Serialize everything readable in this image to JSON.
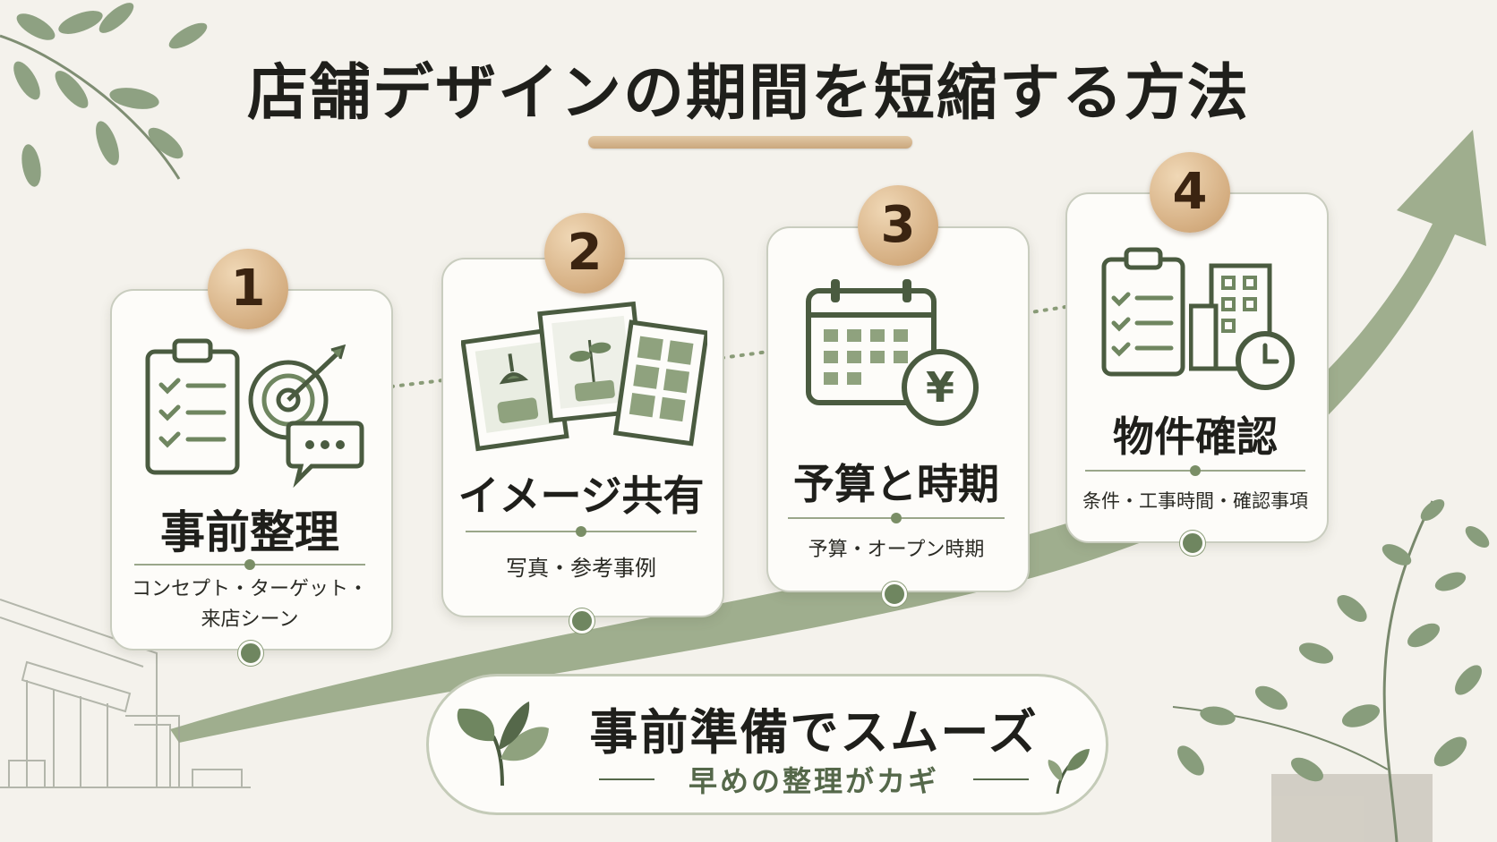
{
  "title": "店舗デザインの期間を短縮する方法",
  "steps": [
    {
      "number": "1",
      "title": "事前整理",
      "subtitle_line1": "コンセプト・ターゲット・",
      "subtitle_line2": "来店シーン"
    },
    {
      "number": "2",
      "title": "イメージ共有",
      "subtitle": "写真・参考事例"
    },
    {
      "number": "3",
      "title": "予算と時期",
      "subtitle": "予算・オープン時期"
    },
    {
      "number": "4",
      "title": "物件確認",
      "subtitle": "条件・工事時間・確認事項"
    }
  ],
  "summary": {
    "main": "事前準備でスムーズ",
    "sub": "早めの整理がカギ"
  },
  "colors": {
    "green": "#6f8660",
    "arrow": "#8fa27e",
    "wood": "#d4ad80",
    "background": "#f4f2ec"
  },
  "icons": [
    "leaf-icon",
    "clipboard-checklist-icon",
    "target-icon",
    "speech-bubble-icon",
    "photo-icon",
    "calendar-icon",
    "yen-icon",
    "building-icon",
    "clock-icon",
    "sprout-icon"
  ]
}
